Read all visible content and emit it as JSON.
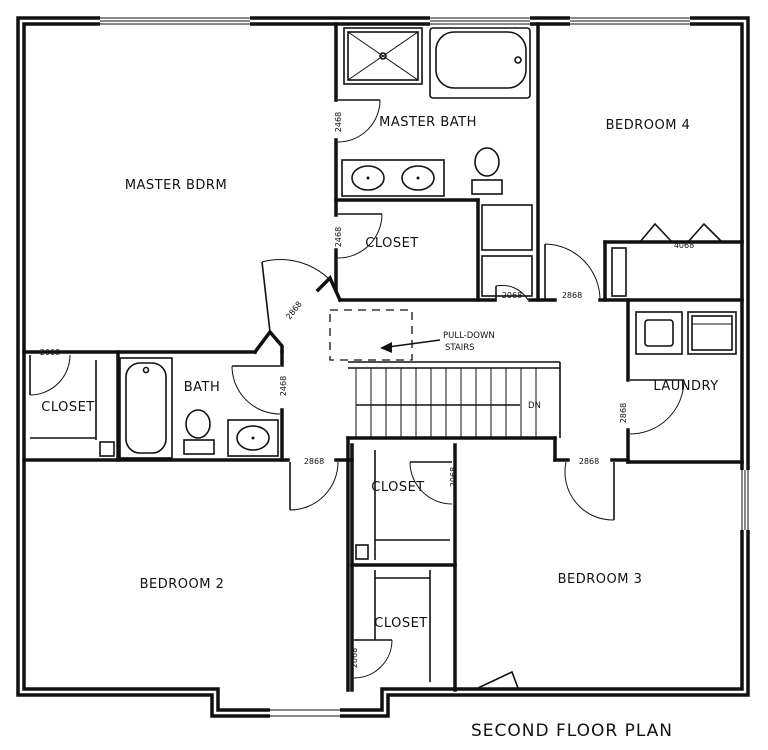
{
  "title": "SECOND FLOOR PLAN",
  "rooms": {
    "master_bedroom": "MASTER BDRM",
    "master_bath": "MASTER BATH",
    "bedroom4": "BEDROOM 4",
    "master_closet": "CLOSET",
    "closet_left": "CLOSET",
    "bath": "BATH",
    "laundry": "LAUNDRY",
    "closet_mid": "CLOSET",
    "closet_lower": "CLOSET",
    "bedroom2": "BEDROOM 2",
    "bedroom3": "BEDROOM 3"
  },
  "doors": {
    "master_bath_door": "2468",
    "master_closet_door": "2468",
    "master_bdrm_door": "2868",
    "closet_left_door": "2068",
    "bath_door": "2468",
    "bedroom4_closet_door": "4068",
    "linen_door": "2068",
    "bedroom4_door": "2868",
    "laundry_door": "2868",
    "bedroom2_door": "2868",
    "closet_mid_door": "2068",
    "bedroom3_door": "2868",
    "closet_lower_door": "2068"
  },
  "notes": {
    "pulldown_line1": "PULL-DOWN",
    "pulldown_line2": "STAIRS",
    "stairs_dn": "DN"
  }
}
